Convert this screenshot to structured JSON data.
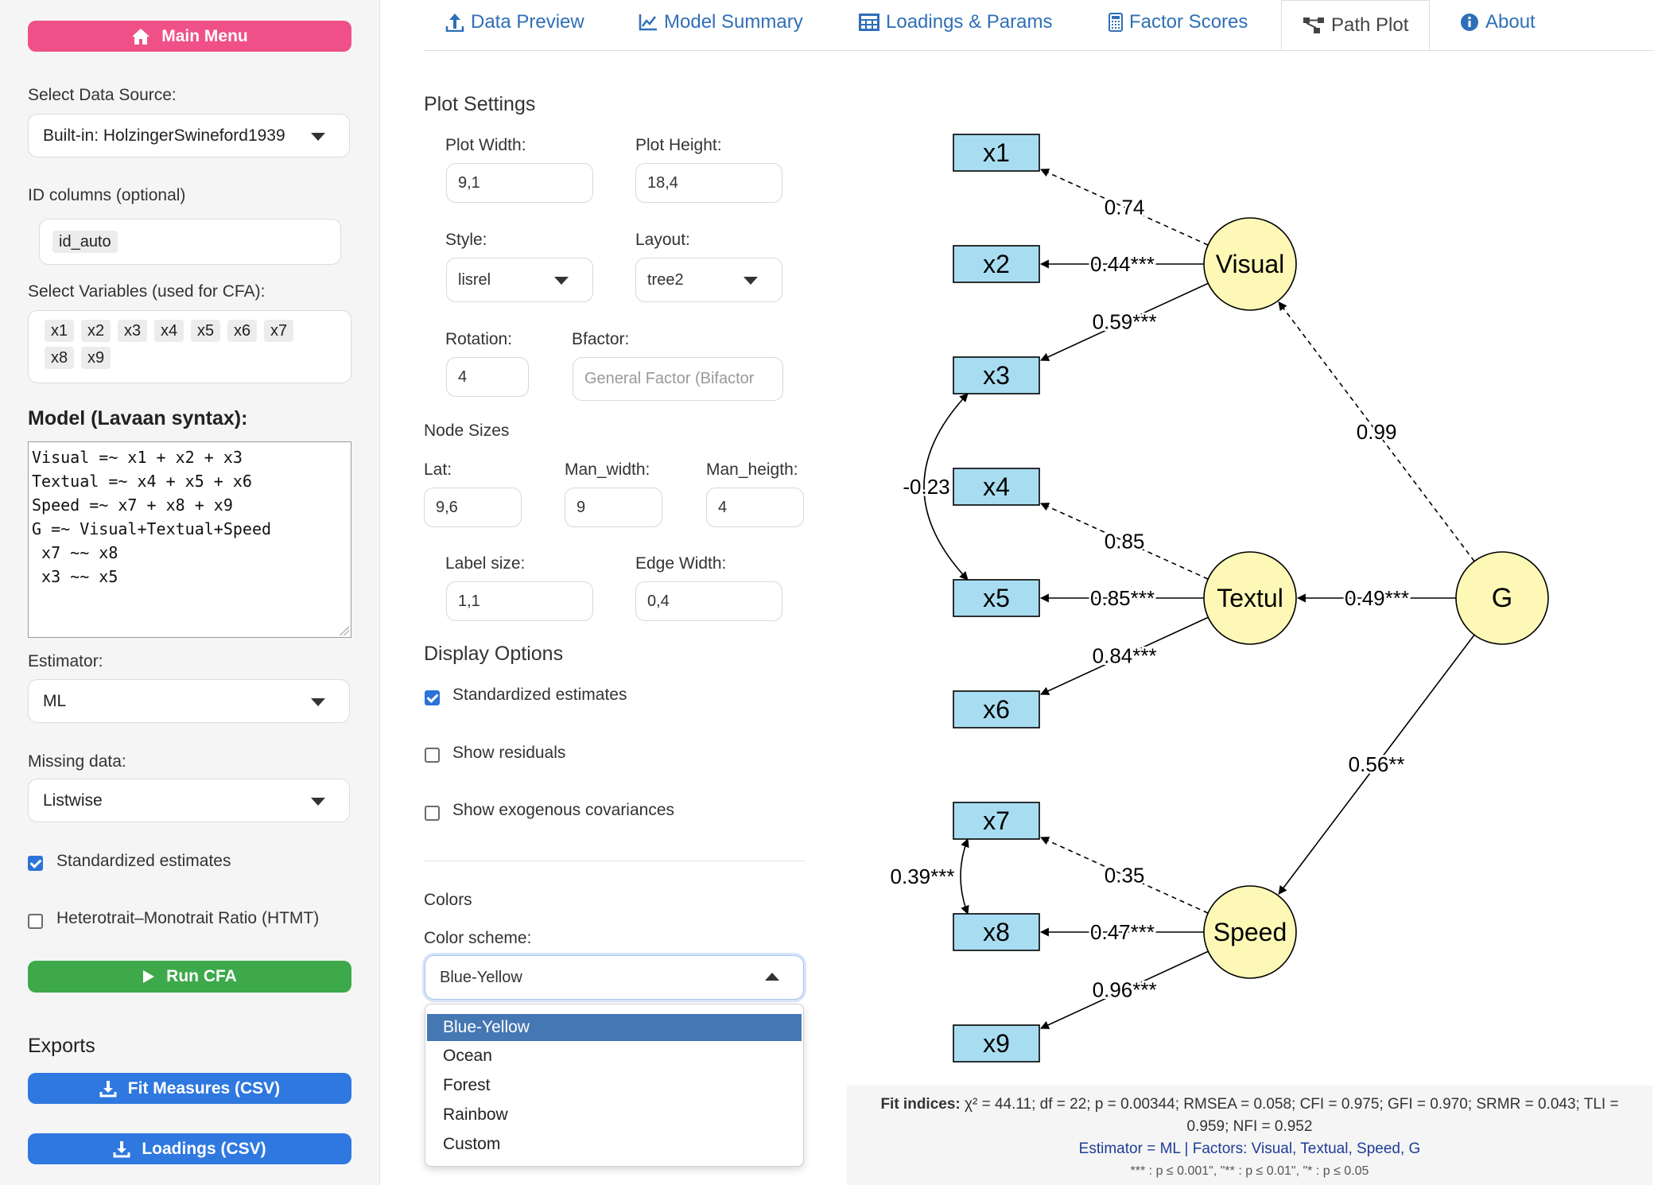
{
  "sidebar": {
    "main_menu_label": "Main Menu",
    "data_source_label": "Select Data Source:",
    "data_source_value": "Built-in: HolzingerSwineford1939",
    "id_columns_label": "ID columns (optional)",
    "id_columns_tags": [
      "id_auto"
    ],
    "variables_label": "Select Variables (used for CFA):",
    "variable_tags": [
      "x1",
      "x2",
      "x3",
      "x4",
      "x5",
      "x6",
      "x7",
      "x8",
      "x9"
    ],
    "model_label": "Model (Lavaan syntax):",
    "model_lines": [
      "Visual =~ x1 + x2 + x3",
      "Textual =~ x4 + x5 + x6",
      "Speed =~ x7 + x8 + x9",
      "G =~ Visual+Textual+Speed",
      " x7 ~~ x8",
      " x3 ~~ x5"
    ],
    "estimator_label": "Estimator:",
    "estimator_value": "ML",
    "missing_label": "Missing data:",
    "missing_value": "Listwise",
    "std_estimates_label": "Standardized estimates",
    "std_estimates_checked": true,
    "htmt_label": "Heterotrait–Monotrait Ratio (HTMT)",
    "htmt_checked": false,
    "run_label": "Run CFA",
    "exports_label": "Exports",
    "fit_export_label": "Fit Measures (CSV)",
    "loadings_export_label": "Loadings (CSV)"
  },
  "tabs": [
    {
      "label": "Data Preview",
      "icon": "upload-icon"
    },
    {
      "label": "Model Summary",
      "icon": "line-chart-icon"
    },
    {
      "label": "Loadings & Params",
      "icon": "table-icon"
    },
    {
      "label": "Factor Scores",
      "icon": "calculator-icon"
    },
    {
      "label": "Path Plot",
      "icon": "network-icon",
      "active": true
    },
    {
      "label": "About",
      "icon": "info-icon"
    }
  ],
  "settings": {
    "plot_settings_heading": "Plot Settings",
    "plot_width_label": "Plot Width:",
    "plot_width": "9,1",
    "plot_height_label": "Plot Height:",
    "plot_height": "18,4",
    "style_label": "Style:",
    "style": "lisrel",
    "layout_label": "Layout:",
    "layout": "tree2",
    "rotation_label": "Rotation:",
    "rotation": "4",
    "bfactor_label": "Bfactor:",
    "bfactor_placeholder": "General Factor (Bifactor",
    "node_sizes_heading": "Node Sizes",
    "lat_label": "Lat:",
    "lat": "9,6",
    "man_width_label": "Man_width:",
    "man_width": "9",
    "man_height_label": "Man_heigth:",
    "man_height": "4",
    "label_size_label": "Label size:",
    "label_size": "1,1",
    "edge_width_label": "Edge Width:",
    "edge_width": "0,4",
    "display_heading": "Display Options",
    "opt_std_label": "Standardized estimates",
    "opt_std_checked": true,
    "opt_resid_label": "Show residuals",
    "opt_resid_checked": false,
    "opt_exo_label": "Show exogenous covariances",
    "opt_exo_checked": false,
    "colors_heading": "Colors",
    "color_scheme_label": "Color scheme:",
    "color_scheme": "Blue-Yellow",
    "color_options": [
      "Blue-Yellow",
      "Ocean",
      "Forest",
      "Rainbow",
      "Custom"
    ]
  },
  "path_plot": {
    "manifest_fill": "#a8ddf1",
    "latent_fill": "#fdf8b6",
    "manifest": [
      "x1",
      "x2",
      "x3",
      "x4",
      "x5",
      "x6",
      "x7",
      "x8",
      "x9"
    ],
    "latent": [
      "Visual",
      "Textul",
      "Speed",
      "G"
    ],
    "edge_labels": {
      "x1": "0.74",
      "x2": "0.44***",
      "x3": "0.59***",
      "x4": "0.85",
      "x5": "0.85***",
      "x6": "0.84***",
      "x7": "0.35",
      "x8": "0.47***",
      "x9": "0.96***",
      "g_visual": "0.99",
      "g_textul": "0.49***",
      "g_speed": "0.56**",
      "cov_x3_x5": "-0.23",
      "cov_x7_x8": "0.39***"
    }
  },
  "fit": {
    "title": "Fit indices:",
    "text": "χ² = 44.11; df = 22; p = 0.00344; RMSEA = 0.058; CFI = 0.975; GFI = 0.970; SRMR = 0.043; TLI = 0.959; NFI = 0.952",
    "estimator_line": "Estimator = ML | Factors: Visual, Textual, Speed, G",
    "significance": "*** : p ≤ 0.001\", \"** : p ≤ 0.01\", \"* : p ≤ 0.05"
  }
}
